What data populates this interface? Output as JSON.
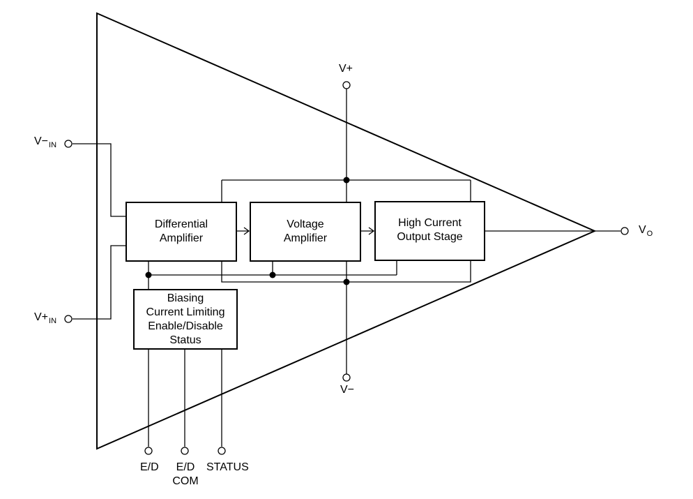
{
  "pins": {
    "vin_minus": {
      "main": "V−",
      "sub": "IN"
    },
    "vin_plus": {
      "main": "V+",
      "sub": "IN"
    },
    "v_plus": "V+",
    "v_minus": "V−",
    "vo": {
      "main": "V",
      "sub": "O"
    },
    "ed": "E/D",
    "ed_com": {
      "line1": "E/D",
      "line2": "COM"
    },
    "status": "STATUS"
  },
  "blocks": {
    "differential": [
      "Differential",
      "Amplifier"
    ],
    "voltage": [
      "Voltage",
      "Amplifier"
    ],
    "output": [
      "High Current",
      "Output Stage"
    ],
    "biasing": [
      "Biasing",
      "Current Limiting",
      "Enable/Disable",
      "Status"
    ]
  }
}
